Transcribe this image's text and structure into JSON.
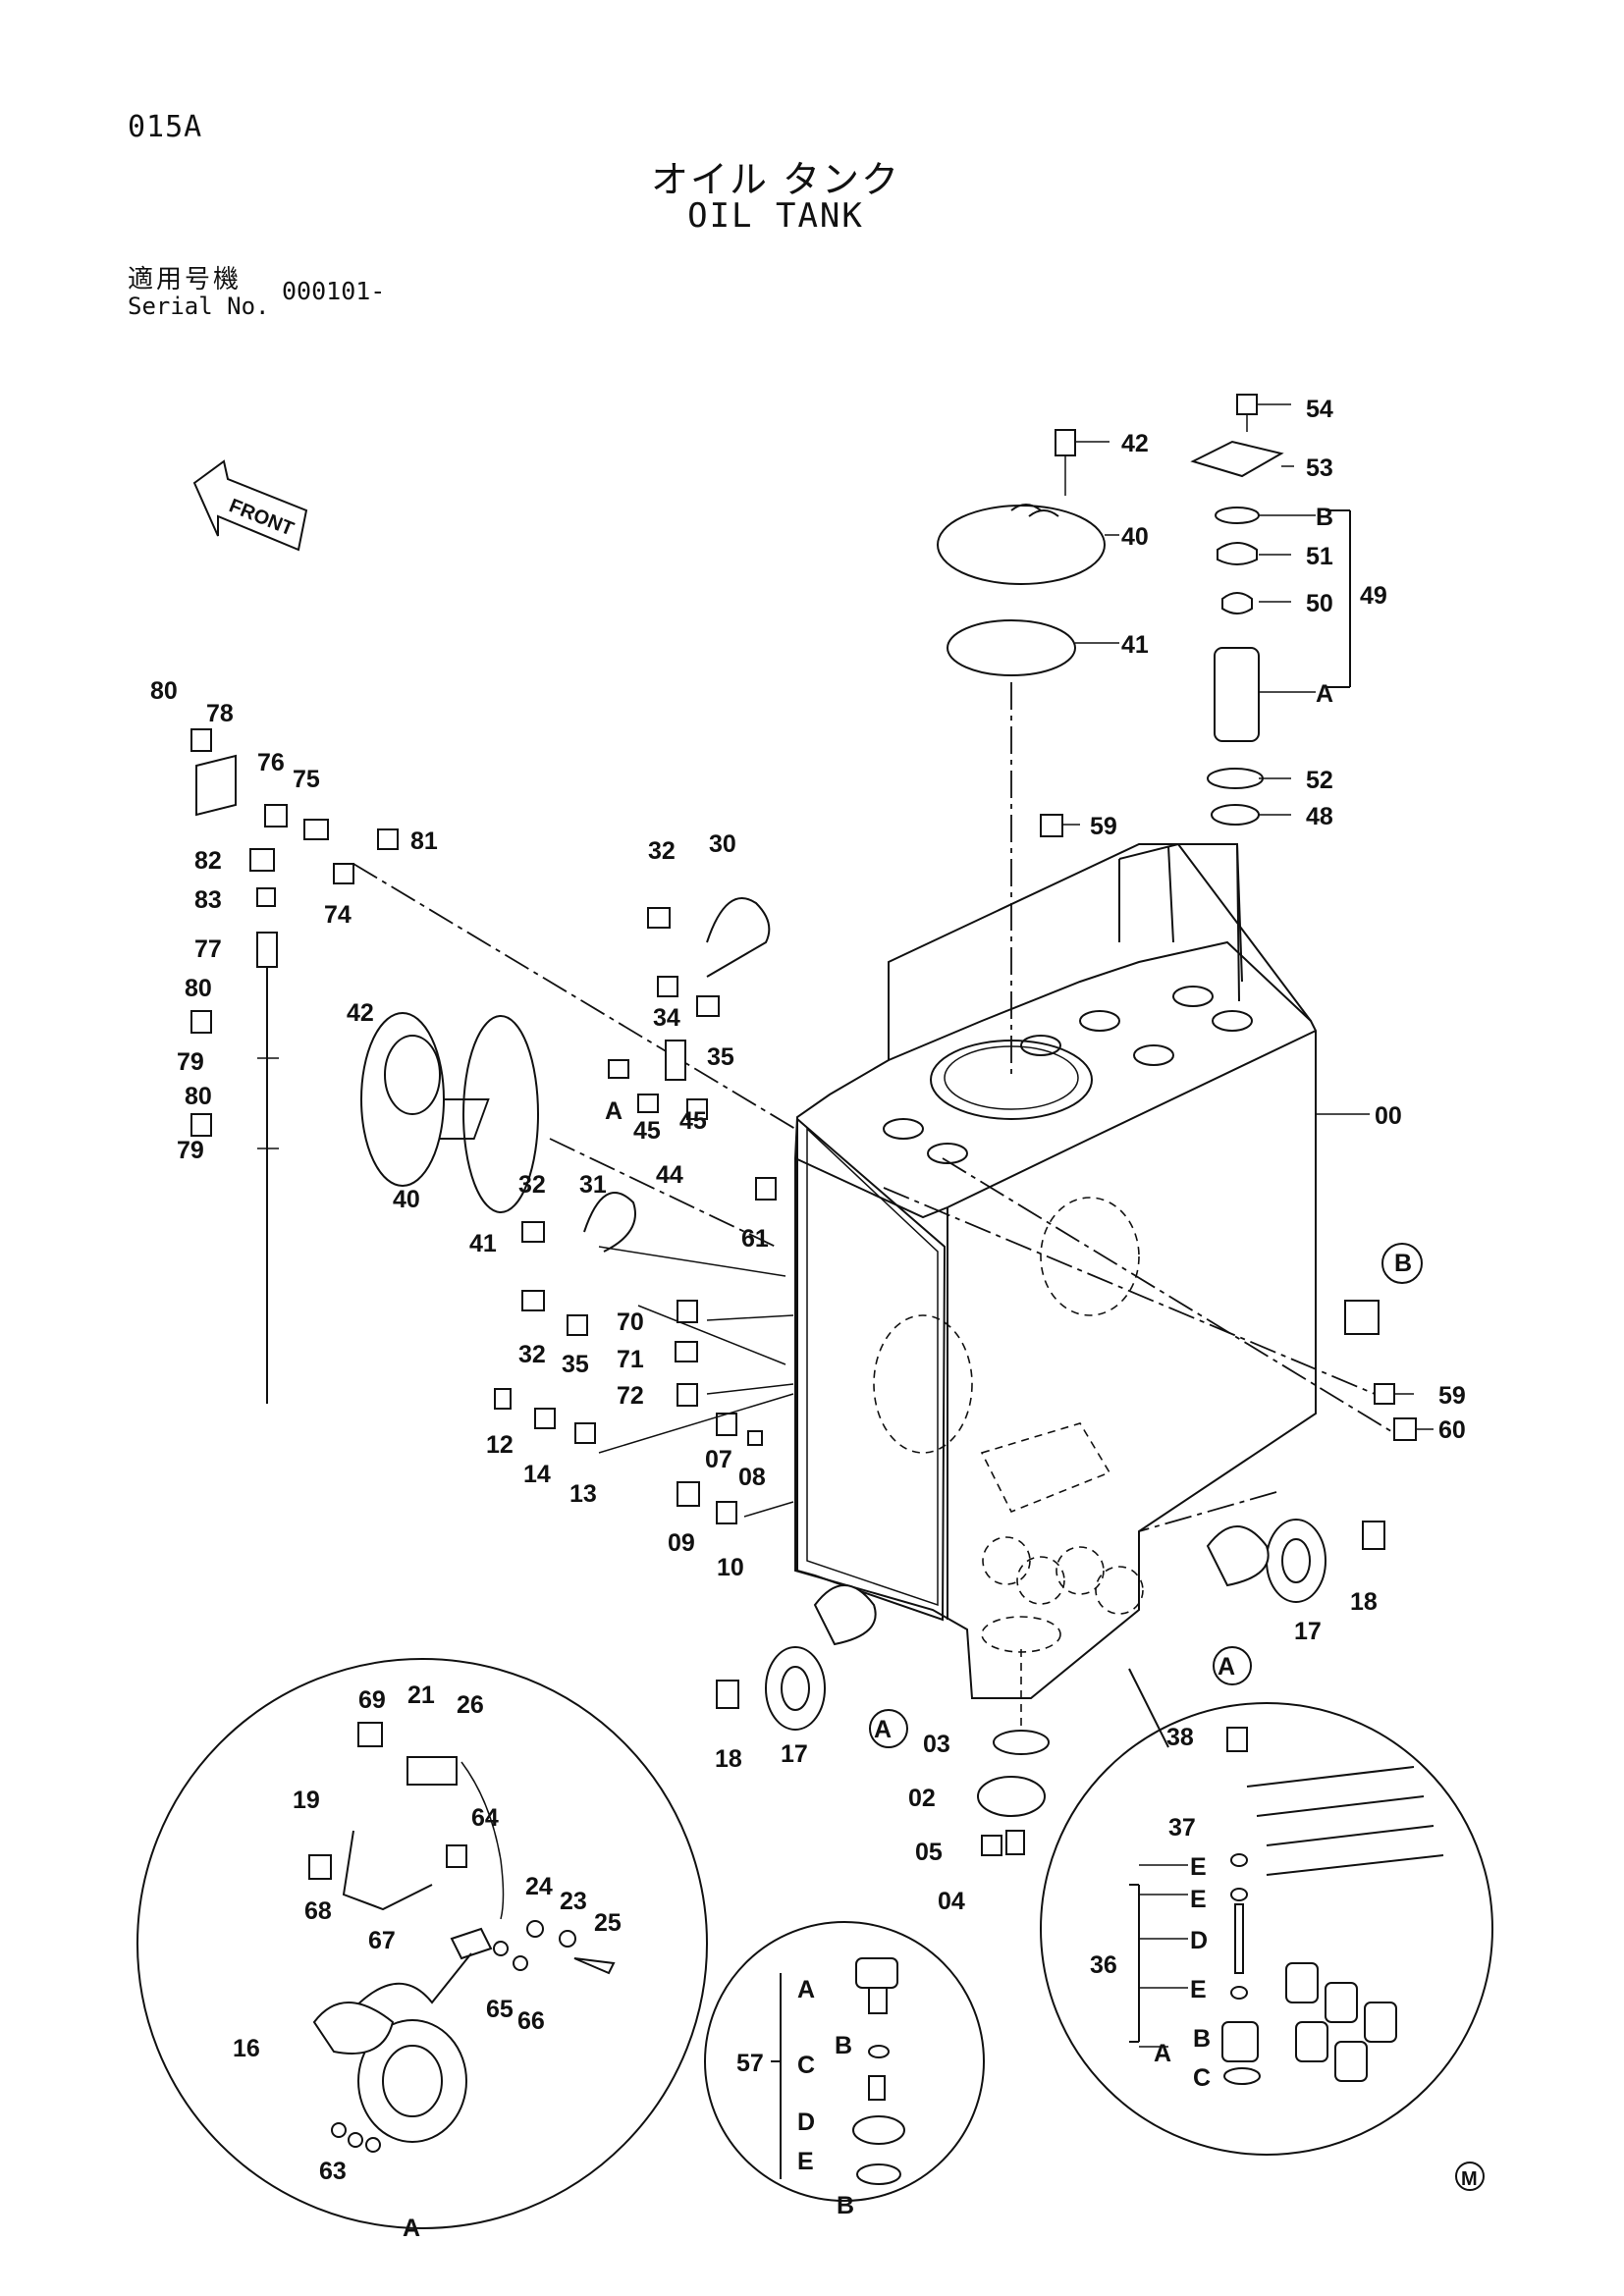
{
  "header": {
    "page_code": "015A",
    "title_jp": "オイル タンク",
    "title_en": "OIL TANK",
    "serial_label_jp": "適用号機",
    "serial_label_en": "Serial No.",
    "serial_value": "000101-"
  },
  "front_arrow": {
    "label": "FRONT"
  },
  "callouts": {
    "c00": "00",
    "c02": "02",
    "c03": "03",
    "c04": "04",
    "c05": "05",
    "c07": "07",
    "c08": "08",
    "c09": "09",
    "c10": "10",
    "c12": "12",
    "c13": "13",
    "c14": "14",
    "c16": "16",
    "c17a": "17",
    "c17b": "17",
    "c18a": "18",
    "c18b": "18",
    "c19": "19",
    "c21": "21",
    "c23": "23",
    "c24": "24",
    "c25": "25",
    "c26": "26",
    "c30": "30",
    "c31": "31",
    "c32a": "32",
    "c32b": "32",
    "c32c": "32",
    "c34": "34",
    "c35a": "35",
    "c35b": "35",
    "c36": "36",
    "c37": "37",
    "c38": "38",
    "c40a": "40",
    "c40b": "40",
    "c41a": "41",
    "c41b": "41",
    "c42a": "42",
    "c42b": "42",
    "c44": "44",
    "c45a": "45",
    "c45b": "45",
    "c48": "48",
    "c49": "49",
    "c50": "50",
    "c51": "51",
    "c52": "52",
    "c53": "53",
    "c54": "54",
    "c57": "57",
    "c59a": "59",
    "c59b": "59",
    "c60": "60",
    "c61": "61",
    "c63": "63",
    "c64": "64",
    "c65": "65",
    "c66": "66",
    "c67": "67",
    "c68": "68",
    "c69": "69",
    "c70": "70",
    "c71": "71",
    "c72": "72",
    "c74": "74",
    "c75": "75",
    "c76": "76",
    "c77": "77",
    "c78": "78",
    "c79a": "79",
    "c79b": "79",
    "c80a": "80",
    "c80b": "80",
    "c80c": "80",
    "c81": "81",
    "c82": "82",
    "c83": "83"
  },
  "letters": {
    "A": "A",
    "B": "B",
    "C": "C",
    "D": "D",
    "E": "E"
  },
  "footer": {
    "mark": "M"
  }
}
